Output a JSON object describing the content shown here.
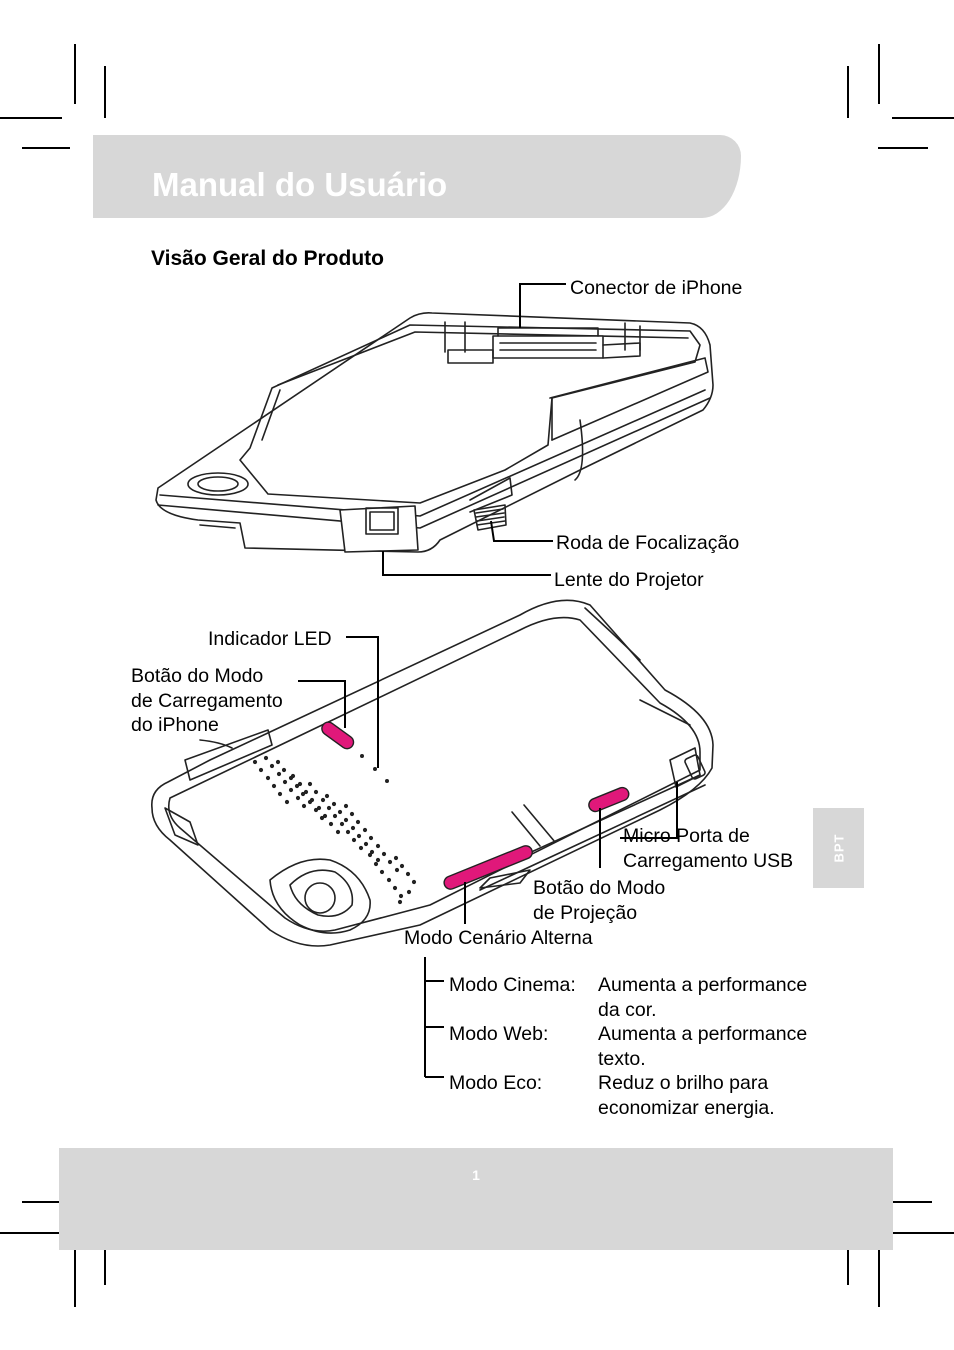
{
  "header": {
    "title": "Manual do Usuário"
  },
  "section": {
    "title": "Visão Geral do Produto"
  },
  "callouts": {
    "iphone_connector": "Conector de iPhone",
    "focus_wheel": "Roda de Focalização",
    "projector_lens": "Lente do Projetor",
    "led_indicator": "Indicador LED",
    "charge_mode_button": [
      "Botão do Modo",
      "de Carregamento",
      "do iPhone"
    ],
    "micro_usb_port": [
      "Micro Porta de",
      "Carregamento USB"
    ],
    "projection_mode_button": [
      "Botão do Modo",
      "de Projeção"
    ],
    "scene_mode": "Modo Cenário Alterna"
  },
  "modes": [
    {
      "name": "Modo Cinema:",
      "desc": [
        "Aumenta a performance",
        "da cor."
      ]
    },
    {
      "name": "Modo Web:",
      "desc": [
        "Aumenta a performance",
        "texto."
      ]
    },
    {
      "name": "Modo Eco:",
      "desc": [
        "Reduz o brilho para",
        "economizar energia."
      ]
    }
  ],
  "side_tab": {
    "label": "BPT"
  },
  "footer": {
    "page_number": "1"
  },
  "colors": {
    "accent_buttons": "#e0187a",
    "gray_bar": "#d7d7d7"
  }
}
